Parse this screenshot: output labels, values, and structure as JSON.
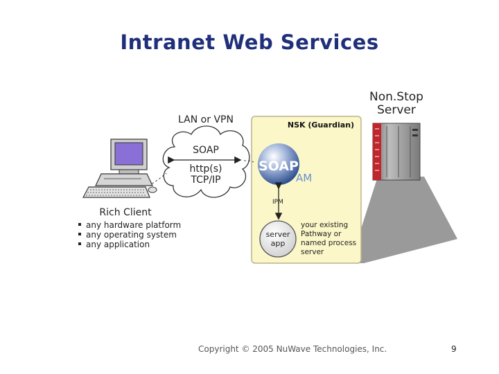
{
  "slide": {
    "title": "Intranet Web Services",
    "copyright": "Copyright © 2005 NuWave Technologies, Inc.",
    "page_number": "9"
  },
  "client": {
    "label": "Rich Client",
    "bullets": [
      "any hardware platform",
      "any operating system",
      "any application"
    ]
  },
  "cloud": {
    "caption": "LAN or VPN",
    "lines": [
      "SOAP",
      "http(s)",
      "TCP/IP"
    ]
  },
  "nsk_box": {
    "title": "NSK (Guardian)",
    "soap_logo": "SOAP",
    "soap_suffix": "AM",
    "ipm_label": "IPM",
    "server_app_lines": [
      "server",
      "app"
    ],
    "existing_lines": [
      "your existing",
      "Pathway or",
      "named process",
      "server"
    ]
  },
  "nonstop": {
    "label_lines": [
      "Non.Stop",
      "Server"
    ]
  },
  "colors": {
    "title": "#1f2f7a",
    "nsk_box_fill": "#fbf7c8",
    "nsk_box_border": "#b9b48a",
    "server_red": "#c0262c",
    "sphere_blue": "#3d6bb0",
    "monitor_screen": "#8a6fd6"
  }
}
